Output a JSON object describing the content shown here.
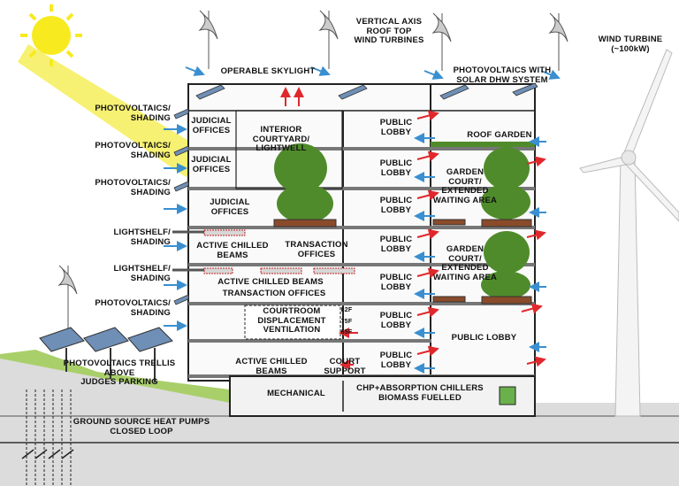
{
  "labels": {
    "vertical_axis_turbines": "VERTICAL AXIS\nROOF TOP\nWIND TURBINES",
    "wind_turbine": "WIND TURBINE\n(~100kW)",
    "operable_skylight": "OPERABLE SKYLIGHT",
    "pv_dhw": "PHOTOVOLTAICS WITH\nSOLAR DHW SYSTEM",
    "pv_shading_1": "PHOTOVOLTAICS/\nSHADING",
    "pv_shading_2": "PHOTOVOLTAICS/\nSHADING",
    "pv_shading_3": "PHOTOVOLTAICS/\nSHADING",
    "lightshelf_1": "LIGHTSHELF/\nSHADING",
    "lightshelf_2": "LIGHTSHELF/\nSHADING",
    "pv_shading_4": "PHOTOVOLTAICS/\nSHADING",
    "judicial_offices_1": "JUDICIAL\nOFFICES",
    "judicial_offices_2": "JUDICIAL\nOFFICES",
    "judicial_offices_3": "JUDICIAL\nOFFICES",
    "interior_courtyard": "INTERIOR\nCOURTYARD/\nLIGHTWELL",
    "active_chilled_beams_1": "ACTIVE CHILLED\nBEAMS",
    "transaction_offices_1": "TRANSACTION\nOFFICES",
    "active_chilled_beams_2": "ACTIVE CHILLED BEAMS",
    "transaction_offices_2": "TRANSACTION OFFICES",
    "courtroom": "COURTROOM\nDISPLACEMENT\nVENTILATION",
    "temp_82": "82F",
    "temp_75": "75F",
    "temp_65": "65F",
    "active_chilled_beams_3": "ACTIVE CHILLED\nBEAMS",
    "court_support": "COURT\nSUPPORT",
    "public_lobby_1": "PUBLIC\nLOBBY",
    "public_lobby_2": "PUBLIC\nLOBBY",
    "public_lobby_3": "PUBLIC\nLOBBY",
    "public_lobby_4": "PUBLIC\nLOBBY",
    "public_lobby_5": "PUBLIC\nLOBBY",
    "public_lobby_6": "PUBLIC\nLOBBY",
    "public_lobby_7": "PUBLIC\nLOBBY",
    "public_lobby_large": "PUBLIC LOBBY",
    "roof_garden": "ROOF GARDEN",
    "garden_court_1": "GARDEN\nCOURT/\nEXTENDED\nWAITING AREA",
    "garden_court_2": "GARDEN\nCOURT/\nEXTENDED\nWAITING AREA",
    "mechanical": "MECHANICAL",
    "chp": "CHP+ABSORPTION CHILLERS\nBIOMASS FUELLED",
    "pv_trellis": "PHOTOVOLTAICS TRELLIS\nABOVE\nJUDGES PARKING",
    "ground_source": "GROUND SOURCE HEAT PUMPS\nCLOSED LOOP"
  },
  "colors": {
    "sun": "#f7ea1f",
    "sun_ray": "#f5ee5a",
    "building_line": "#222222",
    "floor_slab": "#888888",
    "hot_arrow": "#e0282c",
    "cool_arrow": "#3a8fd0",
    "solar_panel": "#6f8fb6",
    "bamboo": "#4f8b2a",
    "ground_grass": "#a9cf6a",
    "ground": "#d9d9d9"
  }
}
